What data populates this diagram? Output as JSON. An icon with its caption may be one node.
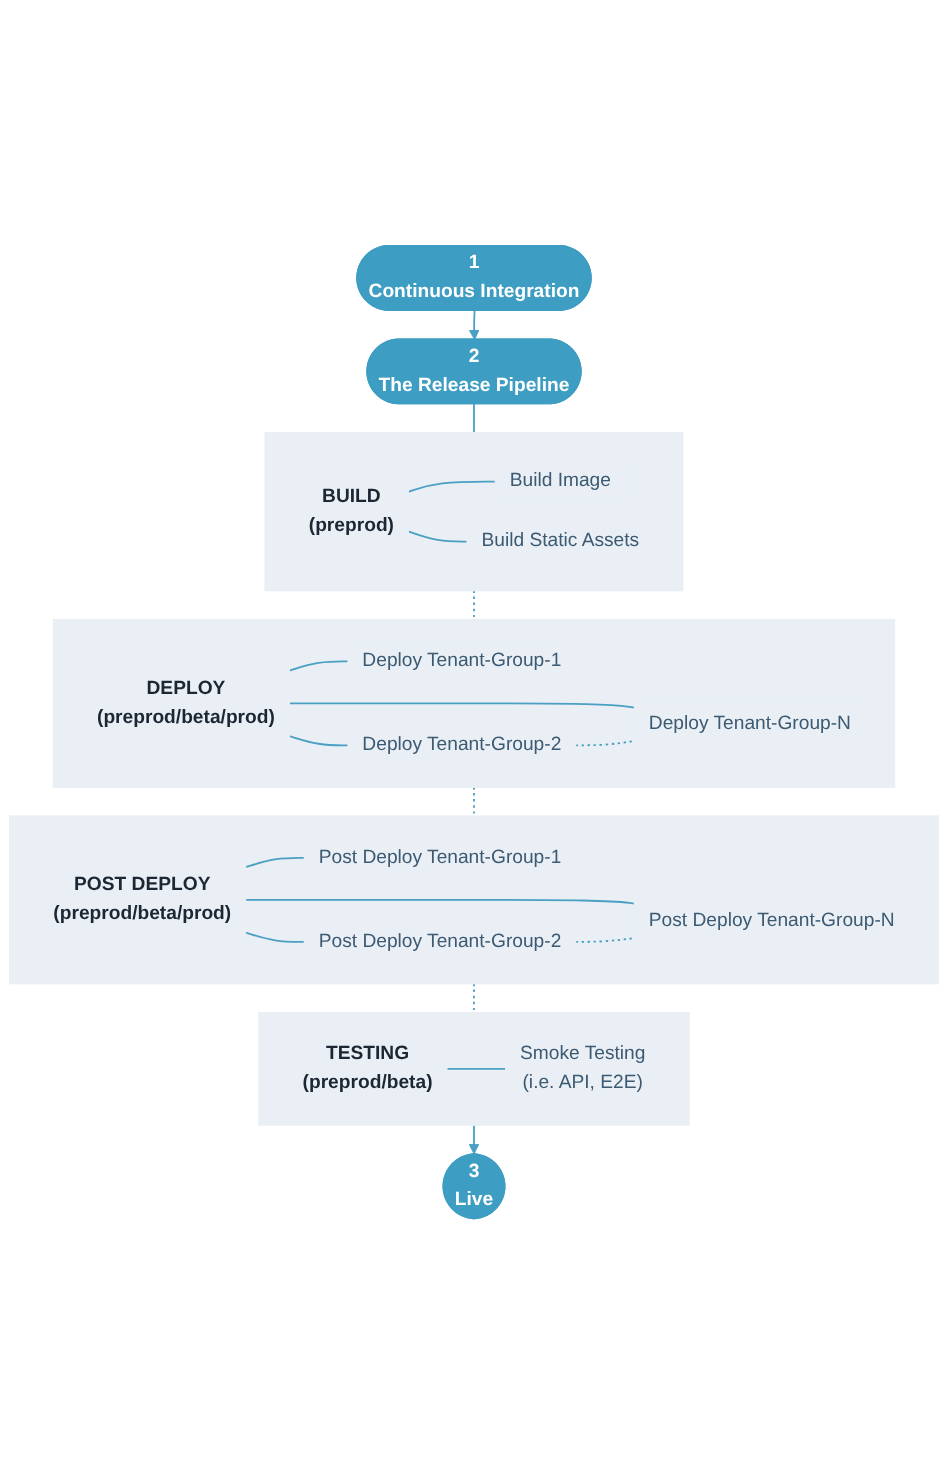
{
  "diagram": {
    "nodes": [
      {
        "text": [
          "1",
          "Continuous Integration"
        ]
      },
      {
        "text": [
          "2",
          "The Release Pipeline"
        ]
      },
      {
        "text": [],
        "shape": "box"
      },
      {
        "text": [
          "BUILD",
          "(preprod)"
        ],
        "in": 2
      },
      {
        "text": [
          "Build Image"
        ],
        "in": 2
      },
      {
        "text": [
          "Build Static Assets"
        ],
        "in": 2
      },
      {
        "text": [],
        "shape": "box"
      },
      {
        "text": [
          "DEPLOY",
          "(preprod/beta/prod)"
        ],
        "in": 6
      },
      {
        "text": [
          "Deploy Tenant-Group-1"
        ],
        "in": 6
      },
      {
        "text": [
          "Deploy Tenant-Group-2"
        ],
        "in": 6
      },
      {
        "text": [
          "Deploy Tenant-Group-N"
        ],
        "in": 6
      },
      {
        "text": [],
        "shape": "box"
      },
      {
        "text": [
          "POST DEPLOY",
          "(preprod/beta/prod)"
        ],
        "in": 11
      },
      {
        "text": [
          "Post Deploy Tenant-Group-1"
        ],
        "in": 11
      },
      {
        "text": [
          "Post Deploy Tenant-Group-2"
        ],
        "in": 11
      },
      {
        "text": [
          "Post Deploy Tenant-Group-N"
        ],
        "in": 11
      },
      {
        "text": [],
        "shape": "box"
      },
      {
        "text": [
          "TESTING",
          "(preprod/beta)"
        ],
        "in": 16
      },
      {
        "text": [
          "Smoke Testing",
          "(i.e. API, E2E)"
        ],
        "in": 16
      },
      {
        "text": [
          "3",
          "Live"
        ]
      }
    ],
    "edges": [
      {
        "from": 0,
        "to": 1,
        "arrow": "to"
      },
      {
        "from": 1,
        "to": 2,
        "arrow": "none"
      },
      {
        "from": 3,
        "to": 4,
        "arrow": "none"
      },
      {
        "from": 3,
        "to": 5,
        "arrow": "none"
      },
      {
        "from": 2,
        "to": 6,
        "arrow": "none",
        "style": "dashed"
      },
      {
        "from": 7,
        "to": 8,
        "arrow": "none"
      },
      {
        "from": 7,
        "to": 9,
        "arrow": "none"
      },
      {
        "from": 7,
        "to": 10,
        "arrow": "none"
      },
      {
        "from": 9,
        "to": 10,
        "arrow": "none",
        "style": "dashed"
      },
      {
        "from": 6,
        "to": 11,
        "arrow": "none",
        "style": "dashed"
      },
      {
        "from": 12,
        "to": 13,
        "arrow": "none"
      },
      {
        "from": 12,
        "to": 14,
        "arrow": "none"
      },
      {
        "from": 12,
        "to": 15,
        "arrow": "none"
      },
      {
        "from": 14,
        "to": 15,
        "arrow": "none",
        "style": "dashed"
      },
      {
        "from": 11,
        "to": 16,
        "arrow": "none",
        "style": "dashed"
      },
      {
        "from": 17,
        "to": 18,
        "arrow": "none"
      },
      {
        "from": 16,
        "to": 19,
        "arrow": "to"
      }
    ]
  }
}
